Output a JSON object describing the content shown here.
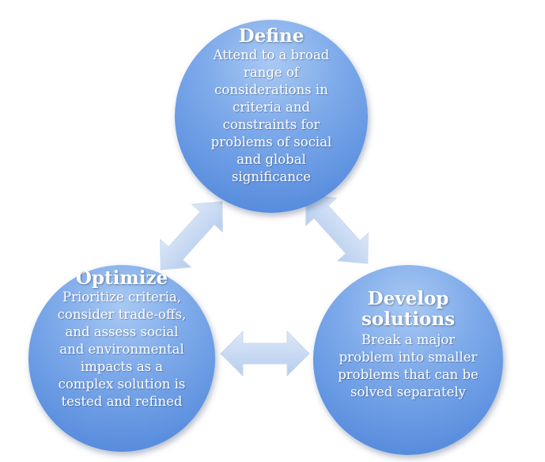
{
  "nodes": {
    "define": {
      "title": "Define",
      "body": "Attend to a broad range of considerations in criteria and constraints for problems of social and global significance"
    },
    "optimize": {
      "title": "Optimize",
      "body": "Prioritize criteria, consider trade-offs, and assess social and environmental impacts as a complex solution is tested and refined"
    },
    "develop": {
      "title": "Develop solutions",
      "body": "Break a major problem into smaller problems that can be solved separately"
    }
  },
  "colors": {
    "node_light": "#a9c9f3",
    "node_dark": "#4a82d9",
    "arrow_light": "#dbe7f7",
    "arrow_dark": "#b7cdee"
  }
}
